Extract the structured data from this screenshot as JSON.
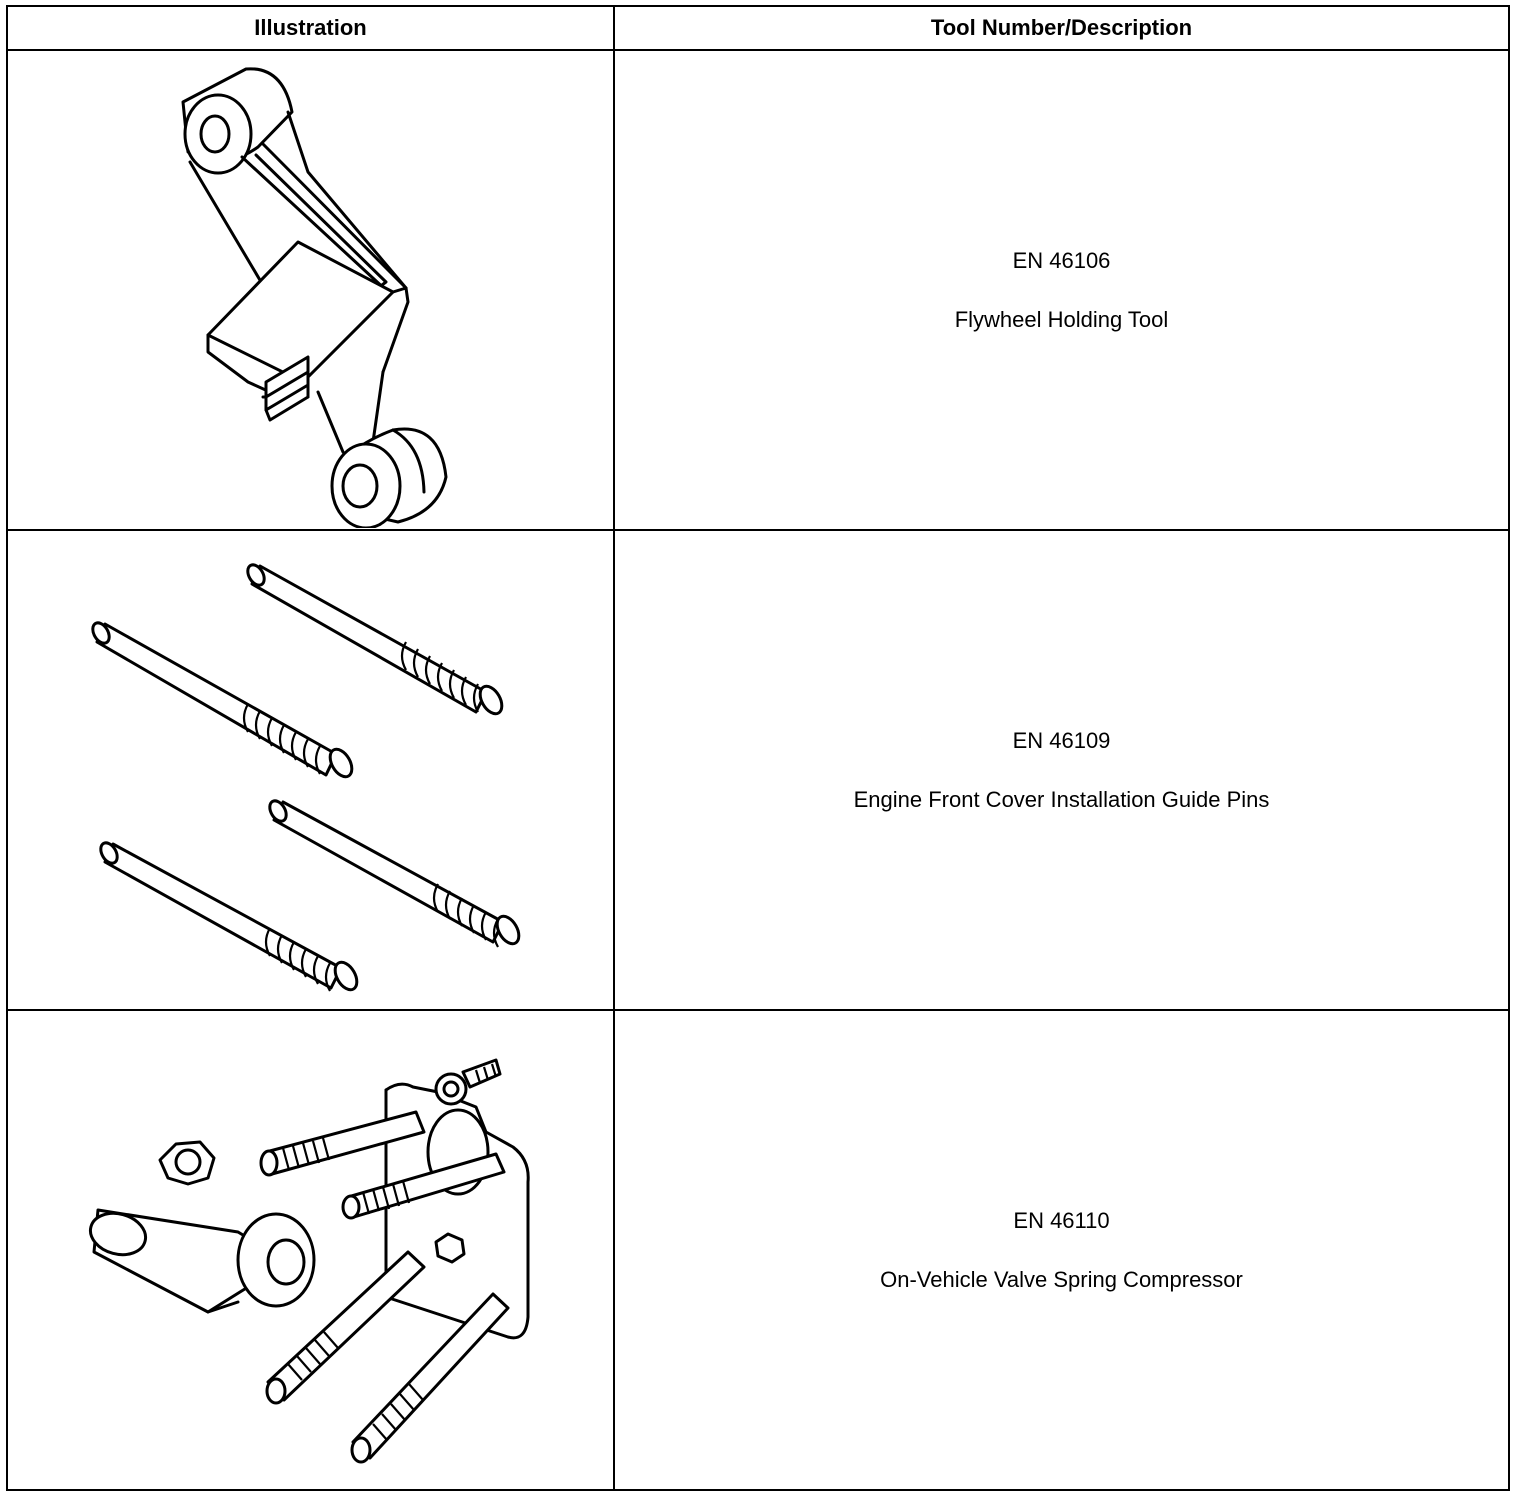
{
  "table": {
    "headers": {
      "illustration": "Illustration",
      "description": "Tool Number/Description"
    },
    "rows": [
      {
        "number": "EN 46106",
        "name": "Flywheel Holding Tool",
        "icon": "flywheel-holding-tool-illustration"
      },
      {
        "number": "EN 46109",
        "name": "Engine Front Cover Installation Guide Pins",
        "icon": "guide-pins-illustration"
      },
      {
        "number": "EN 46110",
        "name": "On-Vehicle Valve Spring Compressor",
        "icon": "valve-spring-compressor-illustration"
      }
    ]
  }
}
